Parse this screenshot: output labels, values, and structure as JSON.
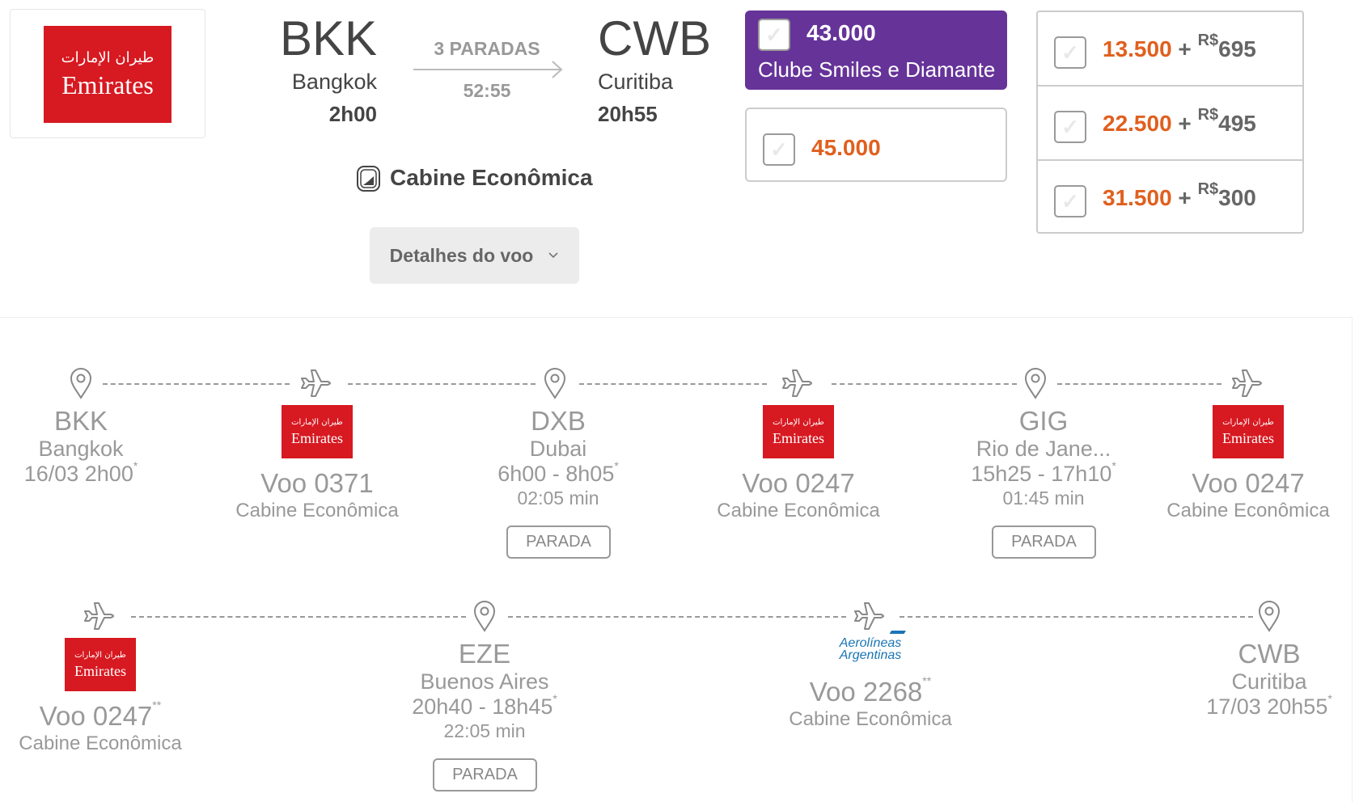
{
  "summary": {
    "airline_logo": {
      "arabic": "طيران الإمارات",
      "name": "Emirates"
    },
    "origin": {
      "code": "BKK",
      "city": "Bangkok",
      "time": "2h00"
    },
    "stops_label": "3 PARADAS",
    "duration": "52:55",
    "destination": {
      "code": "CWB",
      "city": "Curitiba",
      "time": "20h55"
    },
    "cabin": "Cabine Econômica",
    "details_button": "Detalhes do voo"
  },
  "fares": {
    "club": {
      "miles": "43.000",
      "label": "Clube Smiles e Diamante",
      "color": "#663399"
    },
    "regular": {
      "miles": "45.000"
    },
    "mixed": [
      {
        "miles": "13.500",
        "plus": "+",
        "currency": "R$",
        "amount": "695"
      },
      {
        "miles": "22.500",
        "plus": "+",
        "currency": "R$",
        "amount": "495"
      },
      {
        "miles": "31.500",
        "plus": "+",
        "currency": "R$",
        "amount": "300"
      }
    ],
    "accent_color": "#e0601f"
  },
  "timeline": {
    "stops": [
      {
        "code": "BKK",
        "city": "Bangkok",
        "time": "16/03 2h00",
        "mark": "*"
      },
      {
        "code": "DXB",
        "city": "Dubai",
        "time": "6h00 - 8h05",
        "mark": "*",
        "duration": "02:05 min",
        "badge": "PARADA"
      },
      {
        "code": "GIG",
        "city": "Rio de Jane...",
        "time": "15h25 - 17h10",
        "mark": "*",
        "duration": "01:45 min",
        "badge": "PARADA"
      },
      {
        "code": "EZE",
        "city": "Buenos Aires",
        "time": "20h40 - 18h45",
        "mark": "*",
        "duration": "22:05 min",
        "badge": "PARADA"
      },
      {
        "code": "CWB",
        "city": "Curitiba",
        "time": "17/03 20h55",
        "mark": "*"
      }
    ],
    "flights": [
      {
        "airline": "Emirates",
        "flight": "Voo 0371",
        "mark": "",
        "cabin": "Cabine Econômica"
      },
      {
        "airline": "Emirates",
        "flight": "Voo 0247",
        "mark": "",
        "cabin": "Cabine Econômica"
      },
      {
        "airline": "Emirates",
        "flight": "Voo 0247",
        "mark": "",
        "cabin": "Cabine Econômica"
      },
      {
        "airline": "Emirates",
        "flight": "Voo 0247",
        "mark": "**",
        "cabin": "Cabine Econômica"
      },
      {
        "airline": "Aerolíneas Argentinas",
        "airline_line1": "Aerolíneas",
        "airline_line2": "Argentinas",
        "flight": "Voo 2268",
        "mark": "**",
        "cabin": "Cabine Econômica"
      }
    ]
  }
}
